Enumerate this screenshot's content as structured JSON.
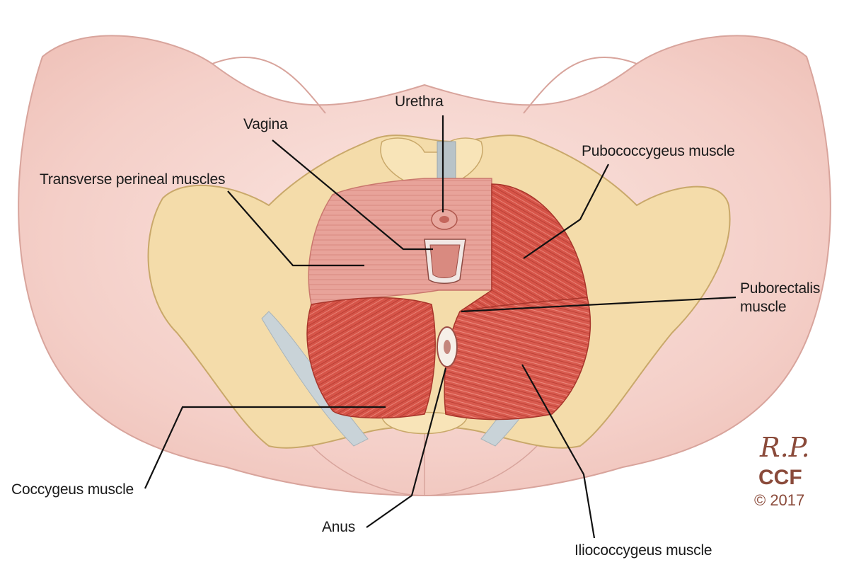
{
  "labels": {
    "urethra": "Urethra",
    "vagina": "Vagina",
    "transverse_perineal": "Transverse perineal muscles",
    "pubococcygeus": "Pubococcygeus muscle",
    "puborectalis_line1": "Puborectalis",
    "puborectalis_line2": "muscle",
    "coccygeus": "Coccygeus muscle",
    "anus": "Anus",
    "iliococcygeus": "Iliococcygeus muscle"
  },
  "signature": {
    "initials": "R.P.",
    "org": "CCF",
    "copyright": "© 2017"
  },
  "colors": {
    "skin": "#f6d5d0",
    "skin_edge": "#d8a49c",
    "bone": "#f4dcaa",
    "bone_edge": "#c9a86a",
    "muscle": "#d9574a",
    "muscle_dark": "#b8392f",
    "muscle_light": "#e89a90",
    "tendon": "#c9d3d8",
    "leader_line": "#111111",
    "signature": "#8a4a3a"
  }
}
